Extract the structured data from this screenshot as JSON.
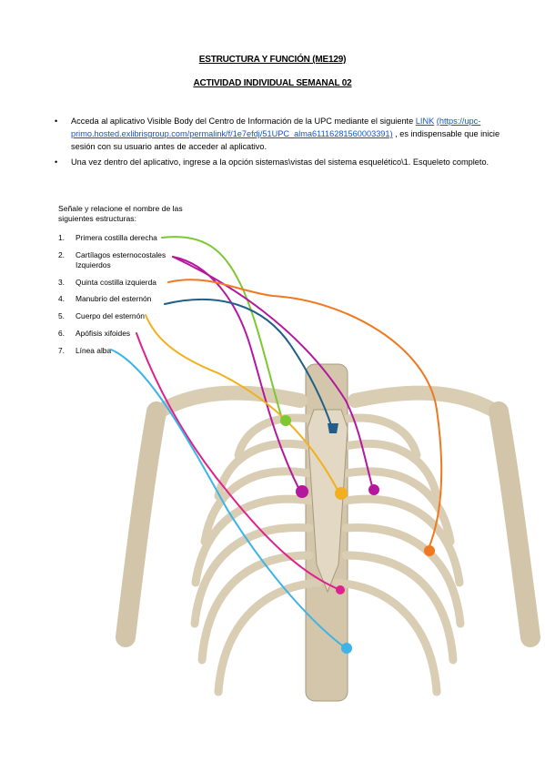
{
  "header": {
    "title": "ESTRUCTURA Y FUNCIÓN (ME129)",
    "subtitle": "ACTIVIDAD INDIVIDUAL SEMANAL 02"
  },
  "instructions": {
    "bullet_symbol": "•",
    "item1_before": "Acceda al aplicativo Visible Body del Centro de Información de la UPC mediante el siguiente ",
    "item1_link": "LINK",
    "item1_url": "(https://upc-primo.hosted.exlibrisgroup.com/permalink/f/1e7efdj/51UPC_alma61116281560003391)",
    "item1_after": " , es indispensable que inicie sesión con su usuario antes de acceder al aplicativo.",
    "item2": "Una vez dentro del aplicativo, ingrese a la opción sistemas\\vistas del sistema esquelético\\1. Esqueleto completo."
  },
  "question": "Señale y relacione el nombre de las siguientes estructuras:",
  "structures": [
    {
      "num": "1.",
      "label": "Primera costilla derecha",
      "color": "#7cc832"
    },
    {
      "num": "2.",
      "label": "Cartílagos esternocostales Izquierdos",
      "color": "#b5179e"
    },
    {
      "num": "3.",
      "label": "Quinta costilla izquierda",
      "color": "#f07820"
    },
    {
      "num": "4.",
      "label": "Manubrio del esternón",
      "color": "#1f5f8a"
    },
    {
      "num": "5.",
      "label": "Cuerpo del esternón",
      "color": "#f2b01e"
    },
    {
      "num": "6.",
      "label": "Apófisis xifoides",
      "color": "#e0208c"
    },
    {
      "num": "7.",
      "label": "Línea alba",
      "color": "#3db4e8"
    }
  ],
  "figure": {
    "bone_color": "#d9cdb4",
    "bone_shadow": "#9a8c70"
  }
}
